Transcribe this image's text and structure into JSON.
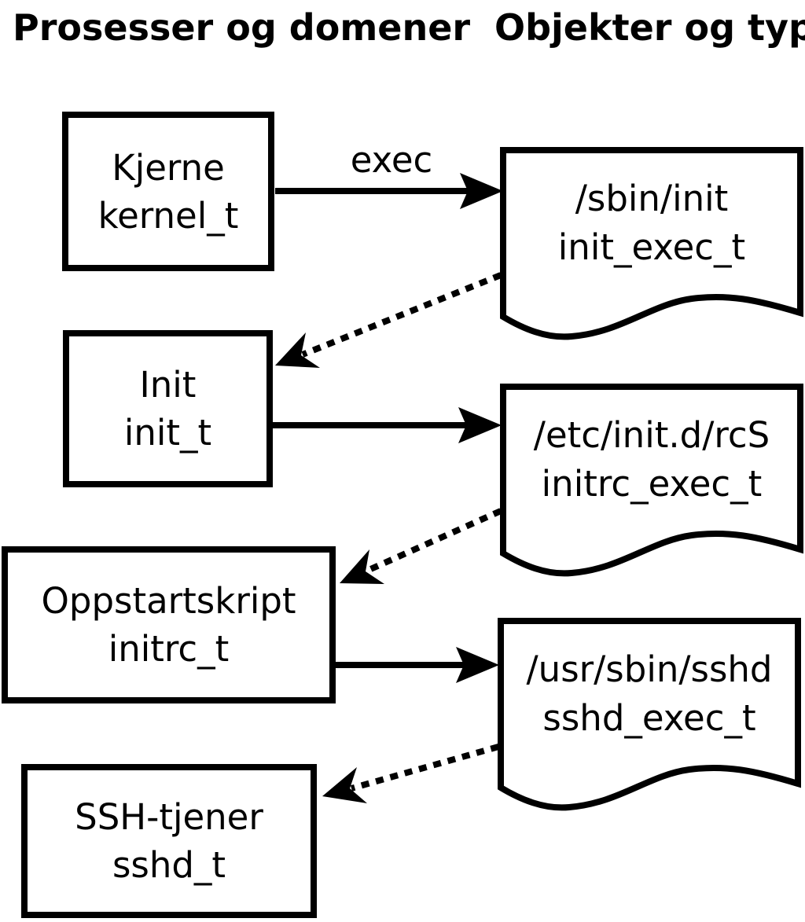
{
  "headers": {
    "left": {
      "line1": "Prosesser",
      "line2": "og domener"
    },
    "right": {
      "line1": "Objekter og",
      "line2": "typer"
    }
  },
  "processes": [
    {
      "name": "Kjerne",
      "type": "kernel_t"
    },
    {
      "name": "Init",
      "type": "init_t"
    },
    {
      "name": "Oppstartskript",
      "type": "initrc_t"
    },
    {
      "name": "SSH-tjener",
      "type": "sshd_t"
    }
  ],
  "objects": [
    {
      "path": "/sbin/init",
      "type": "init_exec_t"
    },
    {
      "path": "/etc/init.d/rcS",
      "type": "initrc_exec_t"
    },
    {
      "path": "/usr/sbin/sshd",
      "type": "sshd_exec_t"
    }
  ],
  "edges": [
    {
      "from": "Kjerne kernel_t",
      "to": "/sbin/init init_exec_t",
      "style": "solid",
      "label": "exec"
    },
    {
      "from": "/sbin/init init_exec_t",
      "to": "Init init_t",
      "style": "dotted",
      "label": ""
    },
    {
      "from": "Init init_t",
      "to": "/etc/init.d/rcS initrc_exec_t",
      "style": "solid",
      "label": ""
    },
    {
      "from": "/etc/init.d/rcS initrc_exec_t",
      "to": "Oppstartskript initrc_t",
      "style": "dotted",
      "label": ""
    },
    {
      "from": "Oppstartskript initrc_t",
      "to": "/usr/sbin/sshd sshd_exec_t",
      "style": "solid",
      "label": ""
    },
    {
      "from": "/usr/sbin/sshd sshd_exec_t",
      "to": "SSH-tjener sshd_t",
      "style": "dotted",
      "label": ""
    }
  ],
  "colors": {
    "foreground": "#000000",
    "background": "#ffffff"
  }
}
